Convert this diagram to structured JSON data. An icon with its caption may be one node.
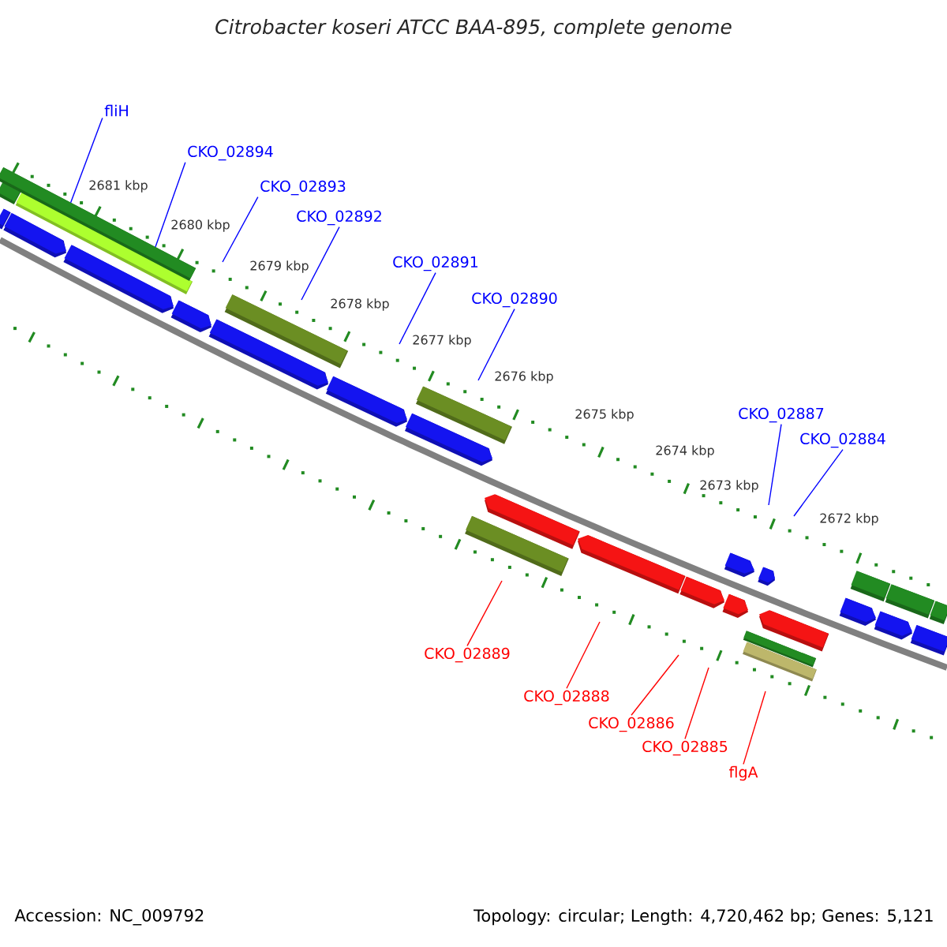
{
  "diagram": {
    "title": "Citrobacter koseri ATCC BAA-895, complete genome",
    "nodes": [
      {
        "text": [
          "fliH"
        ]
      },
      {
        "text": [
          "CKO_02894"
        ]
      },
      {
        "text": [
          "CKO_02893"
        ]
      },
      {
        "text": [
          "CKO_02892"
        ]
      },
      {
        "text": [
          "CKO_02891"
        ]
      },
      {
        "text": [
          "CKO_02890"
        ]
      },
      {
        "text": [
          "CKO_02887"
        ]
      },
      {
        "text": [
          "CKO_02884"
        ]
      },
      {
        "text": [
          "CKO_02889"
        ]
      },
      {
        "text": [
          "CKO_02888"
        ]
      },
      {
        "text": [
          "CKO_02886"
        ]
      },
      {
        "text": [
          "CKO_02885"
        ]
      },
      {
        "text": [
          "flgA"
        ]
      },
      {
        "text": [],
        "shape": "bar"
      }
    ],
    "edges": [
      {
        "from": 0,
        "to": 13,
        "arrow": "none"
      },
      {
        "from": 1,
        "to": 13,
        "arrow": "none"
      },
      {
        "from": 2,
        "to": null,
        "arrow": "none"
      },
      {
        "from": 3,
        "to": null,
        "arrow": "none"
      },
      {
        "from": 4,
        "to": null,
        "arrow": "none"
      },
      {
        "from": 5,
        "to": null,
        "arrow": "none"
      },
      {
        "from": 6,
        "to": null,
        "arrow": "none"
      },
      {
        "from": 7,
        "to": null,
        "arrow": "none"
      },
      {
        "from": 8,
        "to": null,
        "arrow": "none",
        "color": "#ff0000"
      },
      {
        "from": 9,
        "to": null,
        "arrow": "none",
        "color": "#ff0000"
      },
      {
        "from": 10,
        "to": null,
        "arrow": "none",
        "color": "#ff0000"
      },
      {
        "from": 11,
        "to": null,
        "arrow": "none",
        "color": "#ff0000"
      },
      {
        "from": 12,
        "to": null,
        "arrow": "none",
        "color": "#ff0000"
      }
    ],
    "labels": [
      "2681 kbp",
      "2680 kbp",
      "2679 kbp",
      "2678 kbp",
      "2677 kbp",
      "2676 kbp",
      "2675 kbp",
      "2674 kbp",
      "2673 kbp",
      "2672 kbp",
      "Accession: NC_009792",
      "Topology: circular; Length: 4,720,462 bp; Genes: 5,121"
    ]
  }
}
